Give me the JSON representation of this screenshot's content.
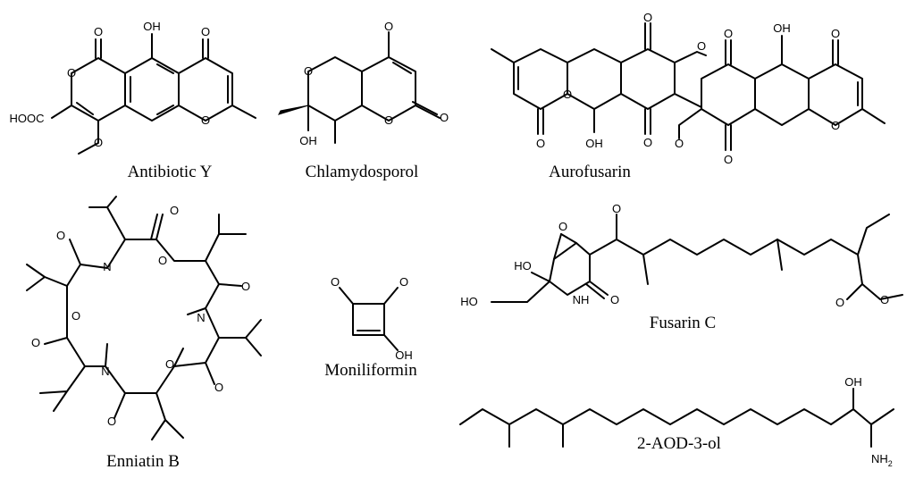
{
  "compounds": [
    {
      "name": "Antibiotic Y"
    },
    {
      "name": "Chlamydosporol"
    },
    {
      "name": "Aurofusarin"
    },
    {
      "name": "Enniatin B"
    },
    {
      "name": "Moniliformin"
    },
    {
      "name": "Fusarin C"
    },
    {
      "name": "2-AOD-3-ol"
    }
  ],
  "atoms": {
    "O": "O",
    "OH": "OH",
    "HO": "HO",
    "HOOC": "HOOC",
    "N": "N",
    "NH": "NH",
    "NH2_main": "NH",
    "NH2_sub": "2"
  }
}
